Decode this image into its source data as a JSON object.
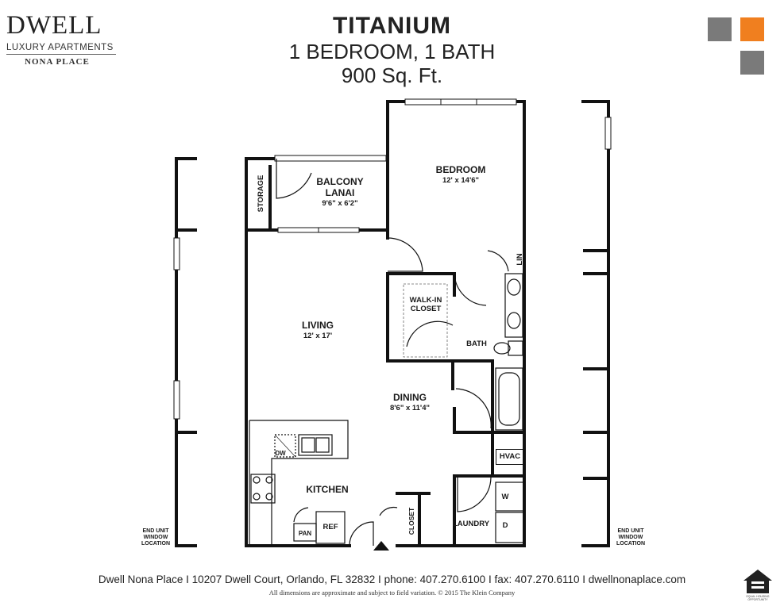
{
  "brand": {
    "logo_main": "DWELL",
    "logo_sub": "LUXURY APARTMENTS",
    "logo_location": "NONA PLACE"
  },
  "header": {
    "plan_name": "TITANIUM",
    "layout": "1 BEDROOM, 1 BATH",
    "area": "900 Sq. Ft."
  },
  "legend_squares": {
    "colors": [
      "#7a7a7a",
      "#f07f1f",
      "#7a7a7a"
    ]
  },
  "rooms": {
    "balcony_name": "BALCONY",
    "balcony_name2": "LANAI",
    "balcony_size": "9'6\" x 6'2\"",
    "bedroom_name": "BEDROOM",
    "bedroom_size": "12' x 14'6\"",
    "storage": "STORAGE",
    "living_name": "LIVING",
    "living_size": "12' x 17'",
    "walkin_1": "WALK-IN",
    "walkin_2": "CLOSET",
    "bath": "BATH",
    "lin": "LIN",
    "dining_name": "DINING",
    "dining_size": "8'6\" x 11'4\"",
    "hvac": "HVAC",
    "kitchen": "KITCHEN",
    "dw": "DW",
    "pan": "PAN",
    "ref": "REF",
    "closet": "CLOSET",
    "laundry": "LAUNDRY",
    "washer": "W",
    "dryer": "D"
  },
  "end_unit": {
    "left": [
      "END UNIT",
      "WINDOW",
      "LOCATION"
    ],
    "right": [
      "END UNIT",
      "WINDOW",
      "LOCATION"
    ]
  },
  "footer": {
    "contact": "Dwell Nona Place  I  10207 Dwell Court, Orlando, FL 32832  I  phone: 407.270.6100  I  fax: 407.270.6110  I  dwellnonaplace.com",
    "disclaimer": "All dimensions are approximate and subject to field variation. © 2015 The Klein Company",
    "equal_housing": "EQUAL HOUSING OPPORTUNITY"
  }
}
